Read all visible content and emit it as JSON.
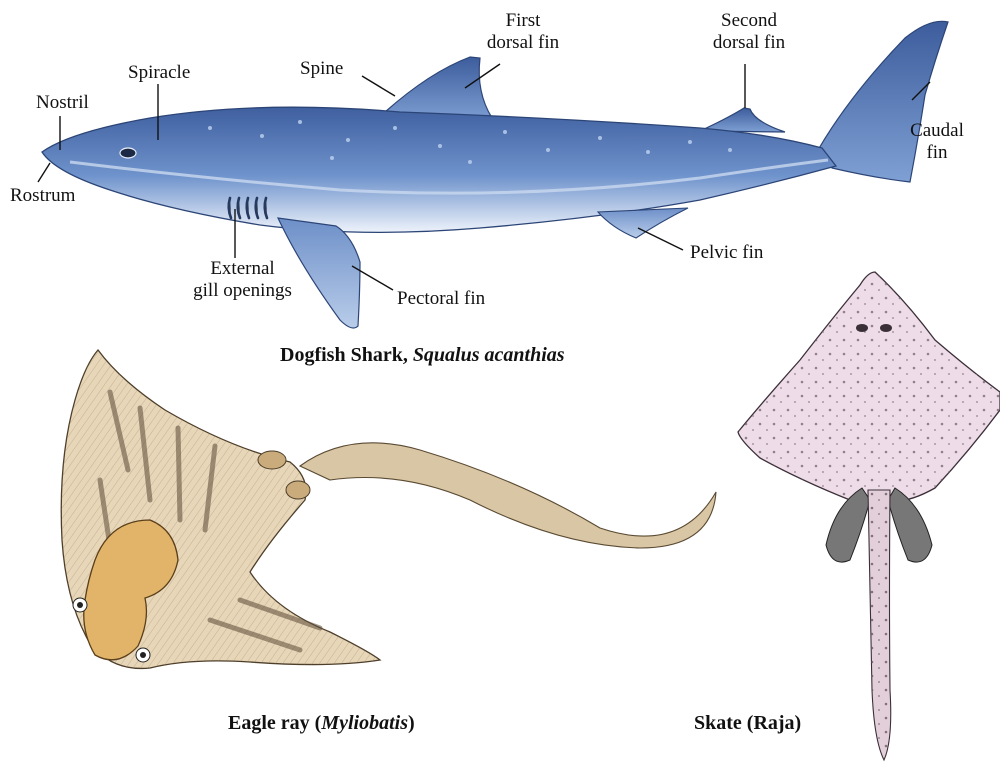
{
  "shark": {
    "labels": {
      "nostril": "Nostril",
      "spiracle": "Spiracle",
      "spine": "Spine",
      "first_dorsal_line1": "First",
      "first_dorsal_line2": "dorsal fin",
      "second_dorsal_line1": "Second",
      "second_dorsal_line2": "dorsal fin",
      "caudal_line1": "Caudal",
      "caudal_line2": "fin",
      "rostrum": "Rostrum",
      "external_line1": "External",
      "external_line2": "gill openings",
      "pectoral": "Pectoral fin",
      "pelvic": "Pelvic fin"
    },
    "caption": {
      "common": "Dogfish Shark, ",
      "scientific": "Squalus acanthias"
    }
  },
  "eagle_ray": {
    "caption": {
      "common": "Eagle ray (",
      "scientific": "Myliobatis",
      "suffix": ")"
    }
  },
  "skate": {
    "caption": {
      "text": "Skate (Raja)"
    }
  },
  "colors": {
    "shark_body": "#5f82bf",
    "shark_belly": "#e6eefa",
    "ray_body": "#e8d6b8",
    "ray_head": "#e2b46a",
    "skate_body": "#eedde8"
  }
}
